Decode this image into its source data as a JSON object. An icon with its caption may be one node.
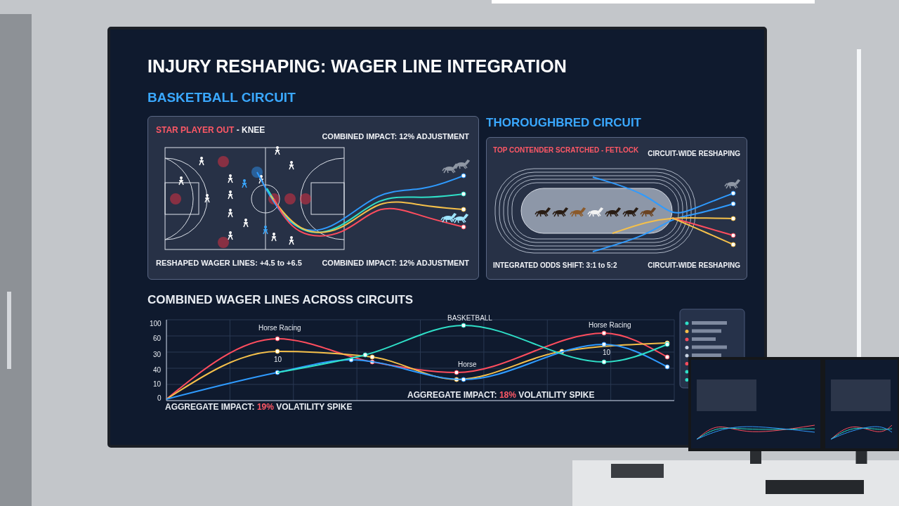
{
  "diagram": {
    "title": "INJURY RESHAPING: WAGER LINE INTEGRATION",
    "nodes": [
      {
        "text": [
          "BASKETBALL CIRCUIT",
          "**STAR PLAYER OUT** - KNEE",
          "COMBINED IMPACT: 12% ADJUSTMENT",
          "RESHAPED WAGER LINES: +4.5 to +6.5",
          "COMBINED IMPACT: 12% ADJUSTMENT"
        ]
      },
      {
        "text": [
          "THOROUGHBRED CIRCUIT",
          "TOP CONTENDER SCRATCHED - FETLOCK",
          "CIRCUIT-WIDE RESHAPING",
          "INTEGRATED ODDS SHIFT: 3:1 to 5:2",
          "CIRCUIT-WIDE RESHAPING"
        ]
      }
    ],
    "labels": [
      "COMBINED WAGER LINES ACROSS CIRCUITS",
      "100",
      "60",
      "30",
      "40",
      "10",
      "0",
      "Horse Racing",
      "10",
      "BASKETBALL",
      "Horse",
      "Horse Racing",
      "10",
      "AGGREGATE IMPACT: **19%** VOLATILITY SPIKE",
      "AGGREGATE IMPACT: **18%** VOLATILITY SPIKE"
    ]
  }
}
